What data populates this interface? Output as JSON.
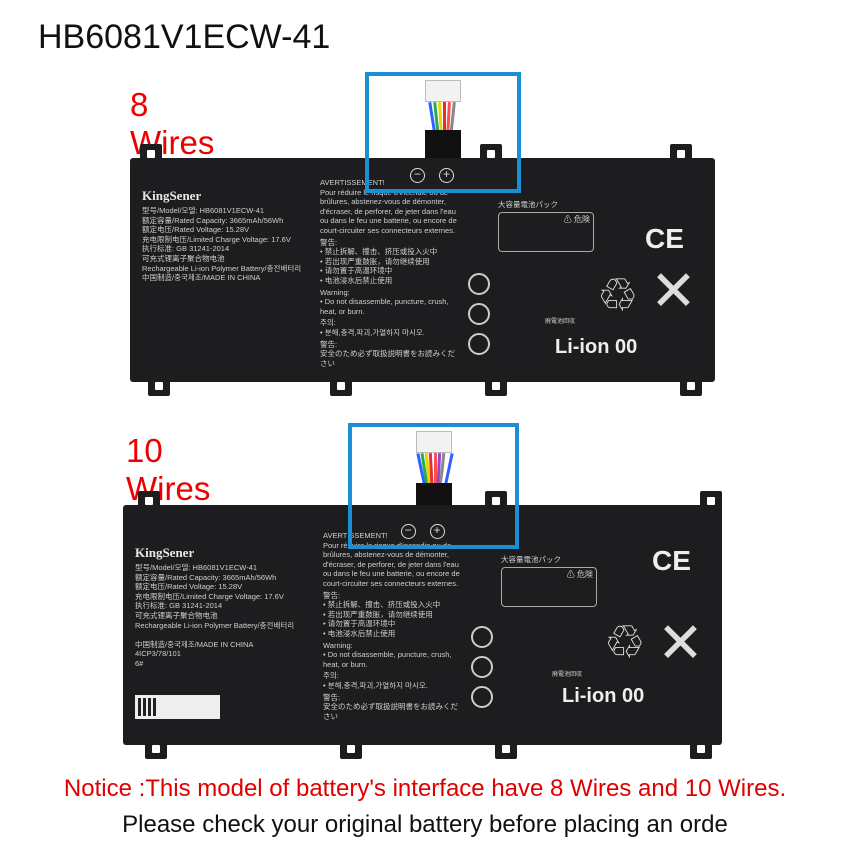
{
  "title": "HB6081V1ECW-41",
  "batteries": [
    {
      "wires_label": "8 Wires",
      "wire_colors": [
        "#fff",
        "#3060ff",
        "#20b050",
        "#f0d000",
        "#e03030",
        "#ff5050",
        "#888",
        "#fff"
      ],
      "brand": "KingSener",
      "specs": [
        "型号/Model/모델: HB6081V1ECW-41",
        "额定容量/Rated Capacity: 3665mAh/56Wh",
        "额定电压/Rated Voltage: 15.28V",
        "充电限制电压/Limited Charge Voltage: 17.6V",
        "执行标准: GB 31241-2014",
        "可充式锂离子聚合物电池",
        "Rechargeable Li-ion Polymer Battery/충전배터리",
        "中国制造/중국제조/MADE IN CHINA"
      ],
      "warning_fr_title": "AVERTISSEMENT!",
      "warning_fr": "Pour réduire le risque d'incendie ou de brûlures, abstenez-vous de démonter, d'écraser, de perforer, de jeter dans l'eau ou dans le feu une batterie, ou encore de court-circuiter ses connecteurs externes.",
      "warning_cn_title": "警告:",
      "warning_cn": [
        "禁止拆解、撞击、挤压或投入火中",
        "若出现严重鼓胀，请勿继续使用",
        "请勿置于高温环境中",
        "电池浸水后禁止使用"
      ],
      "warning_en_title": "Warning:",
      "warning_en": "Do not disassemble, puncture, crush, heat, or burn.",
      "warning_kr_title": "주의:",
      "warning_kr": "분해,충격,파괴,가열하지 마시오.",
      "warning_jp_title": "警告:",
      "warning_jp": "安全のため必ず取扱説明書をお読みください",
      "jp_header": "大容量電池パック",
      "danger": "危険",
      "ce": "CE",
      "liion": "Li-ion 00",
      "recycle_jp": "廃電池回収"
    },
    {
      "wires_label": "10 Wires",
      "wire_colors": [
        "#fff",
        "#3060ff",
        "#20b050",
        "#f0d000",
        "#e03030",
        "#ff5050",
        "#a040d0",
        "#888",
        "#fff",
        "#3060ff"
      ],
      "brand": "KingSener",
      "specs": [
        "型号/Model/모델: HB6081V1ECW-41",
        "额定容量/Rated Capacity: 3665mAh/56Wh",
        "额定电压/Rated Voltage: 15.28V",
        "充电限制电压/Limited Charge Voltage: 17.6V",
        "执行标准: GB 31241-2014",
        "可充式锂离子聚合物电池",
        "Rechargeable Li-ion Polymer Battery/충전배터리",
        "",
        "中国制造/중국제조/MADE IN CHINA",
        "4ICP3/78/101",
        "6#"
      ],
      "warning_fr_title": "AVERTISSEMENT!",
      "warning_fr": "Pour réduire le risque d'incendie ou de brûlures, abstenez-vous de démonter, d'écraser, de perforer, de jeter dans l'eau ou dans le feu une batterie, ou encore de court-circuiter ses connecteurs externes.",
      "warning_cn_title": "警告:",
      "warning_cn": [
        "禁止拆解、撞击、挤压或投入火中",
        "若出现严重鼓胀，请勿继续使用",
        "请勿置于高温环境中",
        "电池浸水后禁止使用"
      ],
      "warning_en_title": "Warning:",
      "warning_en": "Do not disassemble, puncture, crush, heat, or burn.",
      "warning_kr_title": "주의:",
      "warning_kr": "분해,충격,파괴,가열하지 마시오.",
      "warning_jp_title": "警告:",
      "warning_jp": "安全のため必ず取扱説明書をお読みください",
      "jp_header": "大容量電池パック",
      "danger": "危険",
      "ce": "CE",
      "liion": "Li-ion 00",
      "recycle_jp": "廃電池回収"
    }
  ],
  "notice_line1": "Notice :This model of battery's interface have 8 Wires and 10 Wires.",
  "notice_line2": "Please check your original battery before placing an orde",
  "colors": {
    "notice": "#e00000",
    "highlight": "#1a8fd6",
    "battery": "#1d1d1f"
  }
}
